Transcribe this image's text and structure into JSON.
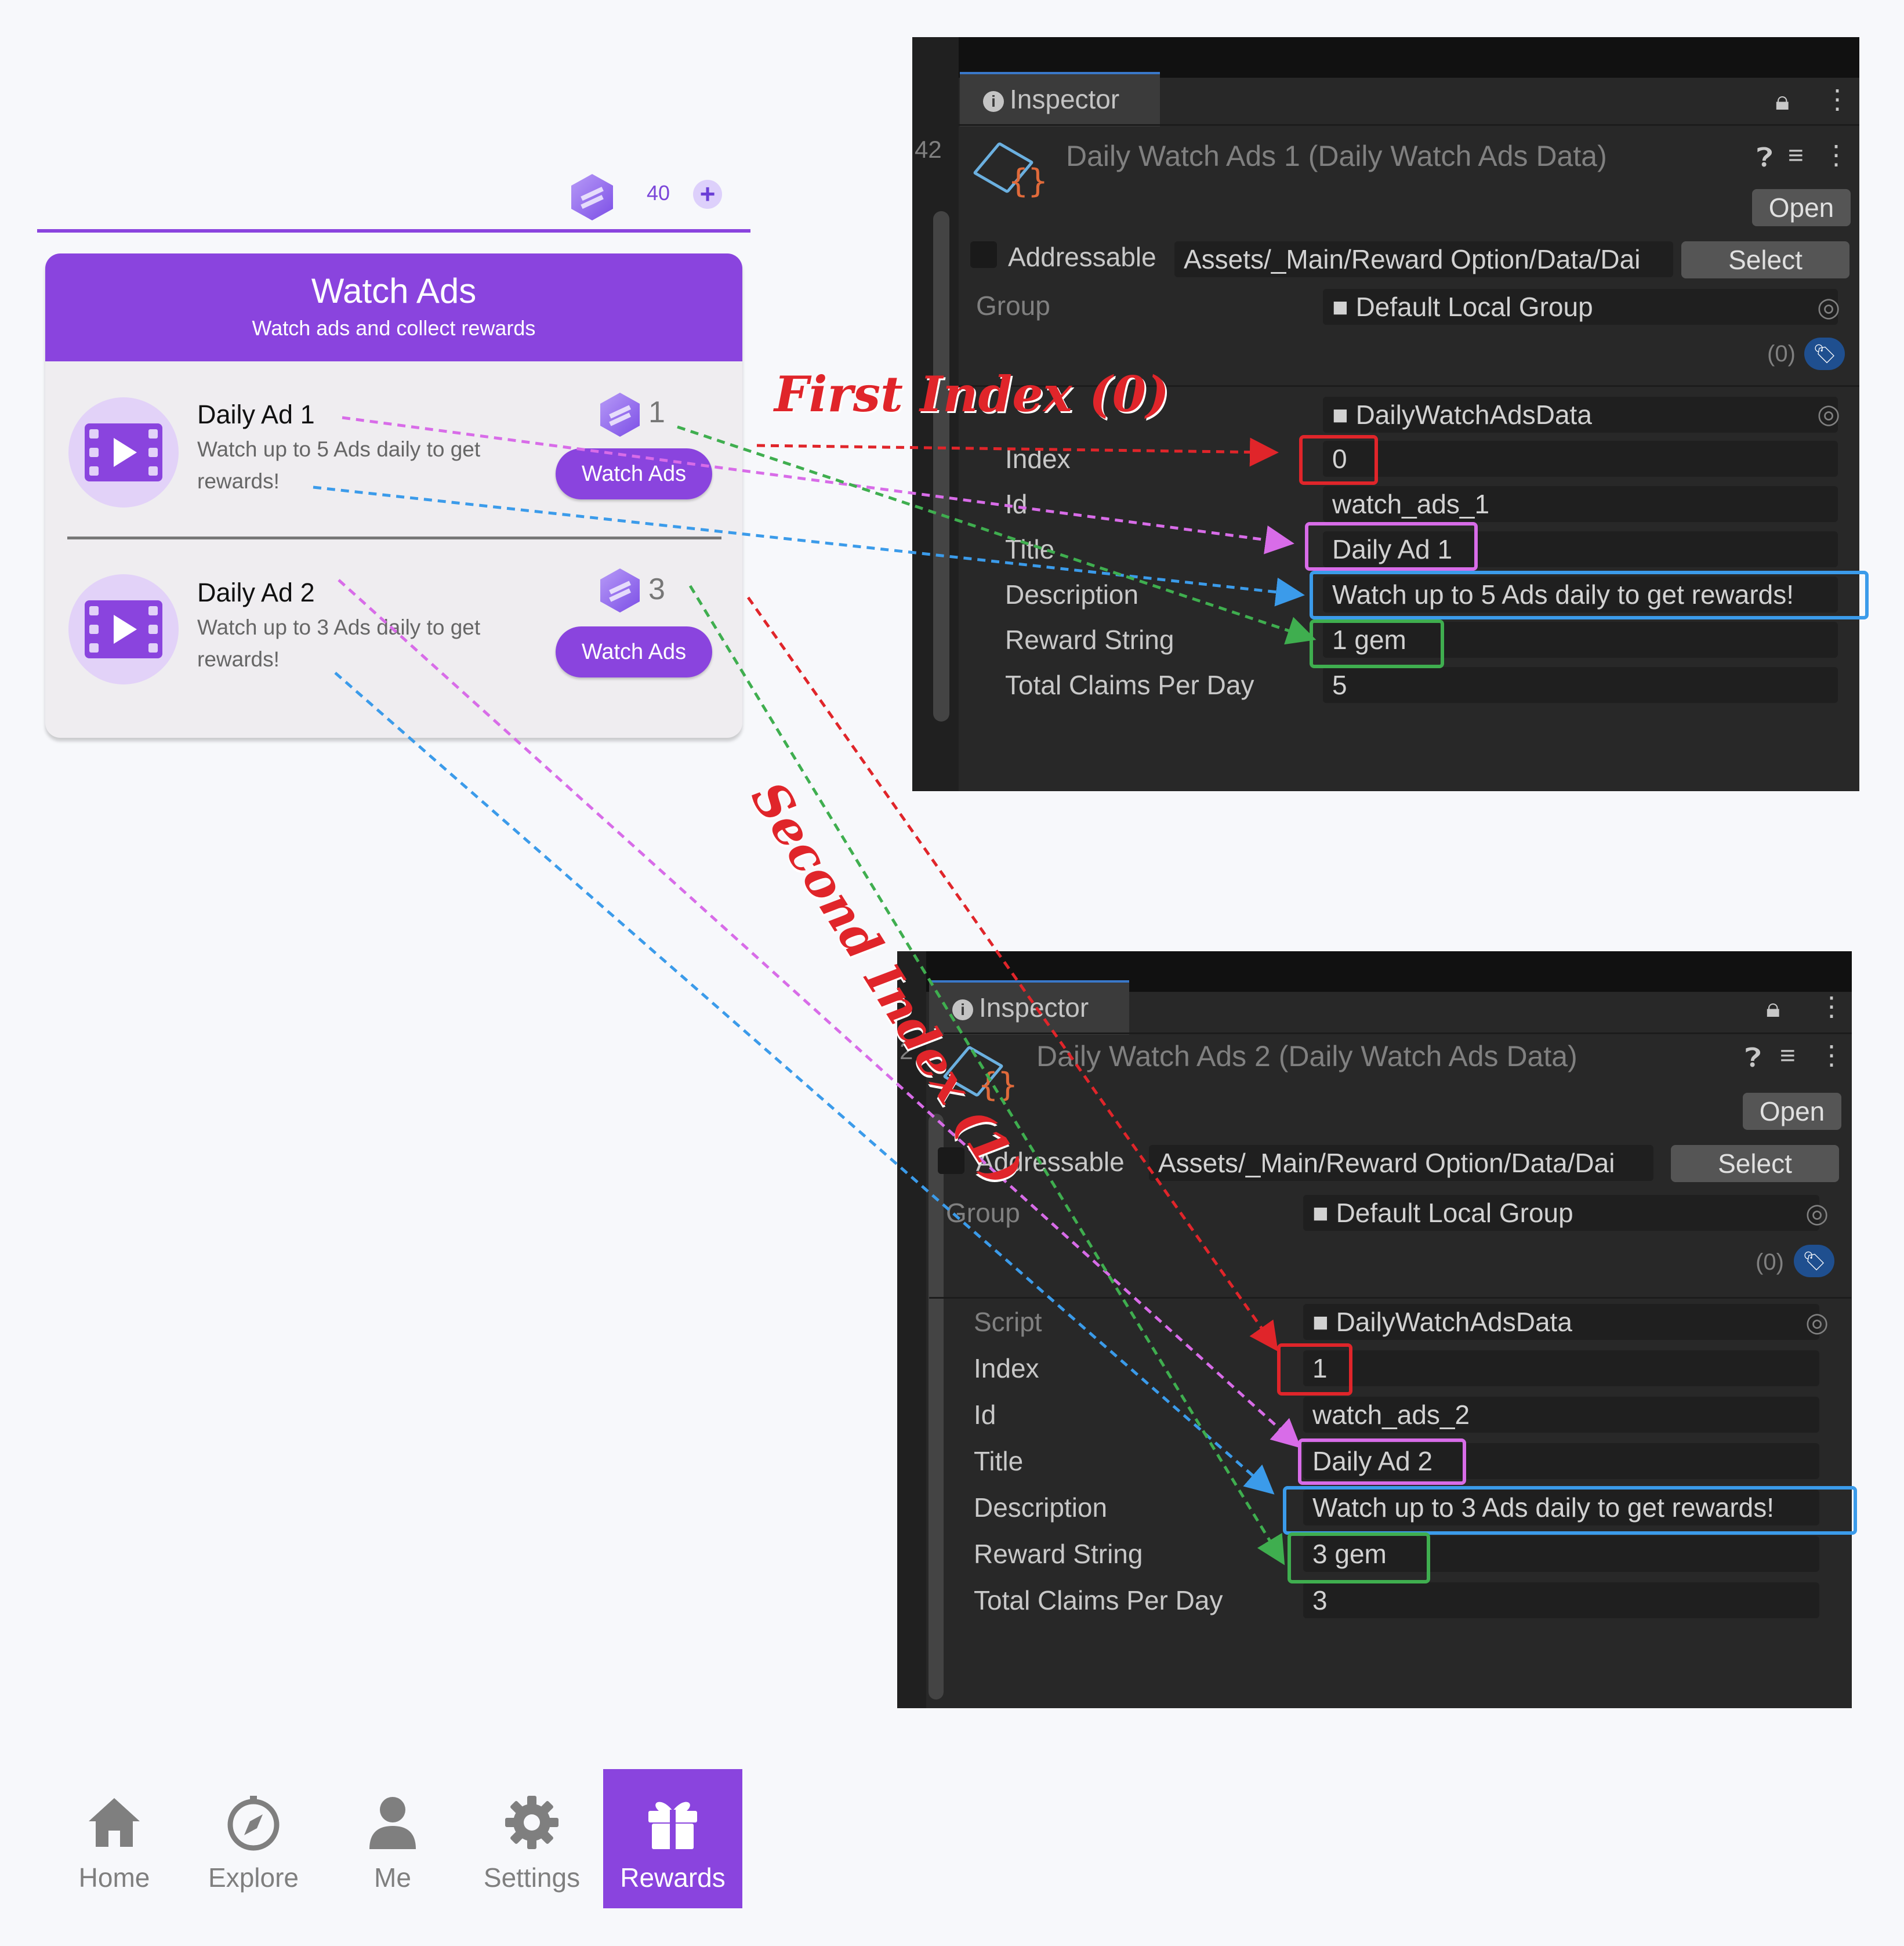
{
  "currency": {
    "value": "40",
    "plus_label": "+"
  },
  "card": {
    "title": "Watch Ads",
    "subtitle": "Watch ads and collect rewards",
    "ads": [
      {
        "title": "Daily Ad 1",
        "description": "Watch up to 5 Ads daily to get rewards!",
        "reward": "1",
        "button": "Watch Ads"
      },
      {
        "title": "Daily Ad 2",
        "description": "Watch up to 3 Ads daily to get rewards!",
        "reward": "3",
        "button": "Watch Ads"
      }
    ]
  },
  "inspector1": {
    "tab": "Inspector",
    "gutter_number": "42",
    "asset_title": "Daily Watch Ads 1 (Daily Watch Ads Data)",
    "open_label": "Open",
    "addressable_label": "Addressable",
    "path": "Assets/_Main/Reward Option/Data/Dai",
    "select_label": "Select",
    "group_label": "Group",
    "group_value": "Default Local Group",
    "labels_count": "(0)",
    "script_value": "DailyWatchAdsData",
    "fields": [
      {
        "label": "Index",
        "value": "0"
      },
      {
        "label": "Id",
        "value": "watch_ads_1"
      },
      {
        "label": "Title",
        "value": "Daily Ad 1"
      },
      {
        "label": "Description",
        "value": "Watch up to 5 Ads daily to get rewards!"
      },
      {
        "label": "Reward String",
        "value": "1 gem"
      },
      {
        "label": "Total Claims Per Day",
        "value": "5"
      }
    ]
  },
  "inspector2": {
    "tab": "Inspector",
    "gutter_number": "2",
    "asset_title": "Daily Watch Ads 2 (Daily Watch Ads Data)",
    "open_label": "Open",
    "addressable_label": "Addressable",
    "path": "Assets/_Main/Reward Option/Data/Dai",
    "select_label": "Select",
    "group_label": "Group",
    "group_value": "Default Local Group",
    "labels_count": "(0)",
    "script_label": "Script",
    "script_value": "DailyWatchAdsData",
    "fields": [
      {
        "label": "Index",
        "value": "1"
      },
      {
        "label": "Id",
        "value": "watch_ads_2"
      },
      {
        "label": "Title",
        "value": "Daily Ad 2"
      },
      {
        "label": "Description",
        "value": "Watch up to 3 Ads daily to get rewards!"
      },
      {
        "label": "Reward String",
        "value": "3 gem"
      },
      {
        "label": "Total Claims Per Day",
        "value": "3"
      }
    ]
  },
  "annotations": {
    "first": "First Index (0)",
    "second": "Second Index (1)"
  },
  "nav": [
    {
      "label": "Home",
      "icon": "home-icon"
    },
    {
      "label": "Explore",
      "icon": "compass-icon"
    },
    {
      "label": "Me",
      "icon": "user-icon"
    },
    {
      "label": "Settings",
      "icon": "gear-icon"
    },
    {
      "label": "Rewards",
      "icon": "gift-icon",
      "active": true
    }
  ],
  "colors": {
    "brand": "#8a44de",
    "index_box": "#e0252a",
    "title_box": "#d86ce8",
    "description_box": "#3b9bea",
    "reward_box": "#3fae4f",
    "inspector_bg": "#282828"
  }
}
